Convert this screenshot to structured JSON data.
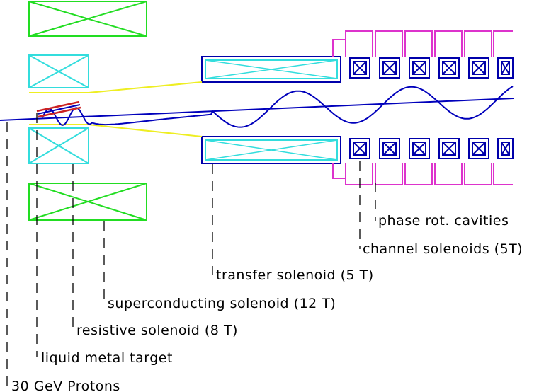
{
  "labels": {
    "protons": "30 GeV Protons",
    "target": "liquid metal target",
    "resistive": "resistive solenoid  (8 T)",
    "superconducting": "superconducting solenoid (12 T)",
    "transfer": "transfer solenoid (5 T)",
    "channel": "channel solenoids (5T)",
    "cavities": "phase rot. cavities"
  },
  "colors": {
    "superconducting_coil": "#22dd22",
    "resistive_coil": "#33dddd",
    "transfer_frame": "#0000aa",
    "beam": "#0000bb",
    "cavity": "#dd33cc",
    "envelope": "#eeee22",
    "target": "#cc2222",
    "leader": "#000000"
  }
}
